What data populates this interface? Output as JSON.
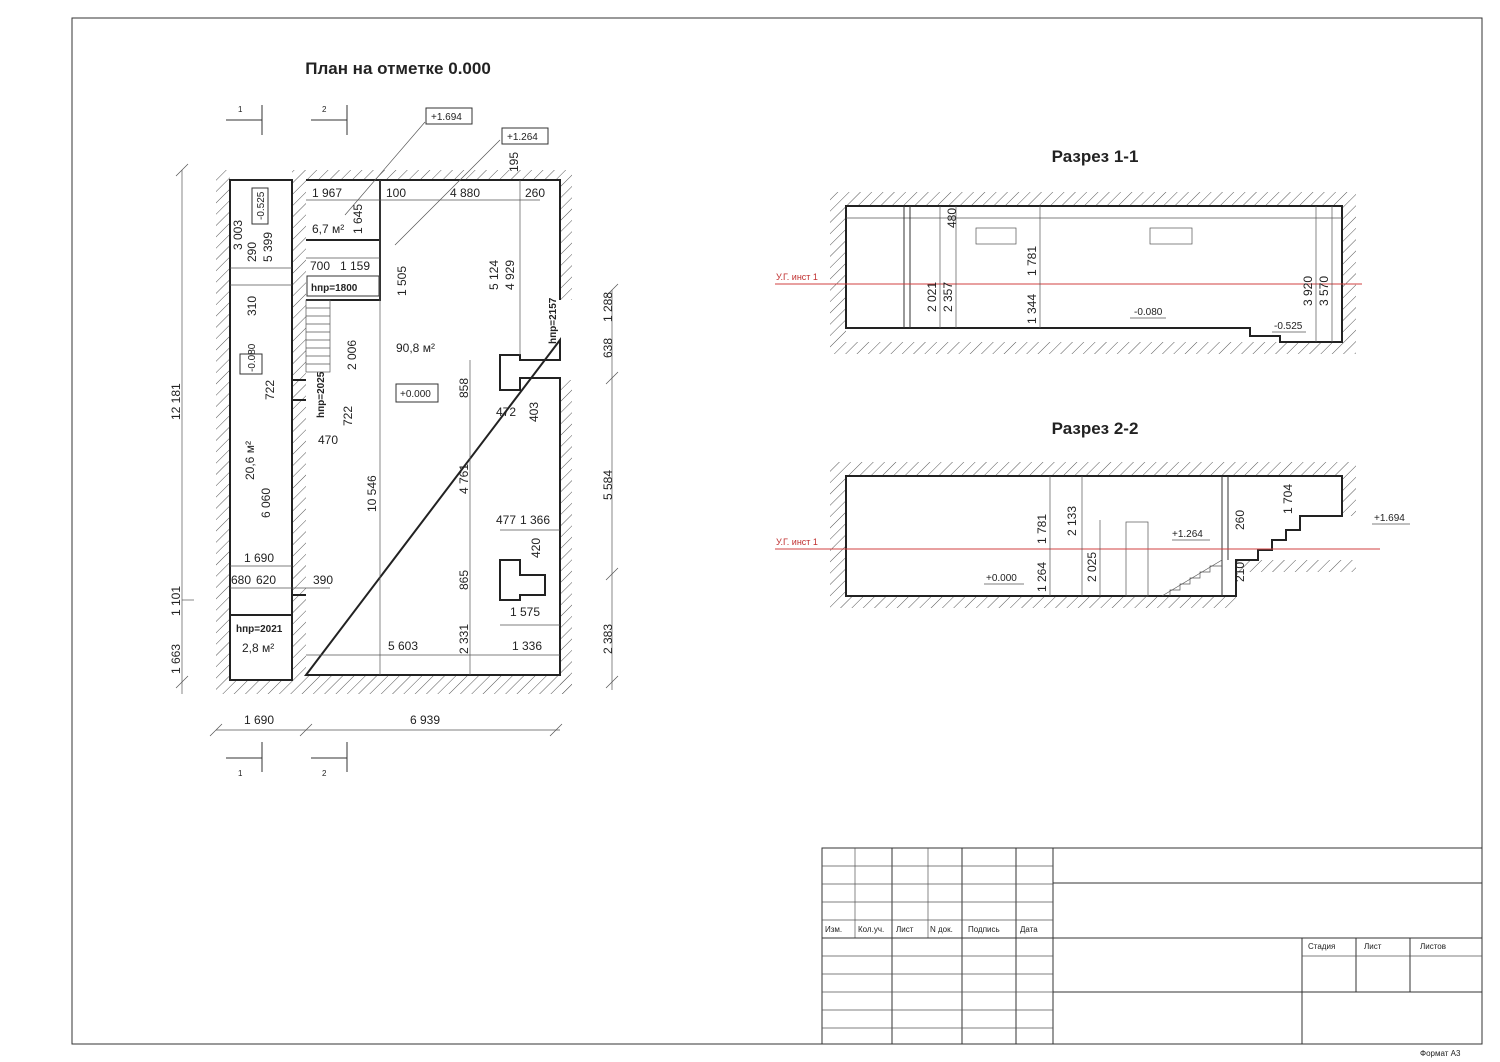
{
  "sheet": {
    "format_label": "Формат А3"
  },
  "plan": {
    "title": "План на отметке 0.000",
    "rooms": [
      {
        "id": "r1",
        "area": "6,7 м²"
      },
      {
        "id": "r2",
        "area": "90,8 м²"
      },
      {
        "id": "r3",
        "area": "20,6 м²"
      },
      {
        "id": "r4",
        "area": "2,8 м²"
      }
    ],
    "heights": [
      "hпр=1800",
      "hпр=2025",
      "hпр=2157",
      "hпр=2021"
    ],
    "elevations": [
      "+1.694",
      "+1.264",
      "-0.525",
      "-0.080",
      "+0.000"
    ],
    "section_marks": [
      "1",
      "2",
      "1",
      "2"
    ],
    "dims": {
      "top_1967": "1 967",
      "top_100": "100",
      "top_4880": "4 880",
      "top_260": "260",
      "top_195": "195",
      "d3003": "3 003",
      "d290": "290",
      "d5399": "5 399",
      "d310": "310",
      "d722a": "722",
      "d1645": "1 645",
      "d700": "700",
      "d1159": "1 159",
      "d1505": "1 505",
      "d2006": "2 006",
      "d722b": "722",
      "d470": "470",
      "d5124": "5 124",
      "d4929": "4 929",
      "d858": "858",
      "d472": "472",
      "d403": "403",
      "d638": "638",
      "d1288": "1 288",
      "d12181": "12 181",
      "d10546": "10 546",
      "d4761": "4 761",
      "d5584": "5 584",
      "d6060": "6 060",
      "d477": "477",
      "d1366": "1 366",
      "d420": "420",
      "d1690a": "1 690",
      "d680": "680",
      "d620": "620",
      "d390": "390",
      "d865": "865",
      "d1575": "1 575",
      "d1101": "1 101",
      "d1663": "1 663",
      "d2331": "2 331",
      "d5603": "5 603",
      "d1336": "1 336",
      "d2383": "2 383",
      "d1690b": "1 690",
      "d6939": "6 939"
    }
  },
  "section1": {
    "title": "Разрез 1-1",
    "ug_label": "У.Г. инст 1",
    "dims": {
      "d480": "480",
      "d1781": "1 781",
      "d2021": "2 021",
      "d2357": "2 357",
      "d1344": "1 344",
      "d3920": "3 920",
      "d3570": "3 570"
    },
    "elevations": [
      "-0.080",
      "-0.525"
    ]
  },
  "section2": {
    "title": "Разрез 2-2",
    "ug_label": "У.Г. инст 1",
    "dims": {
      "d1781": "1 781",
      "d2133": "2 133",
      "d1264": "1 264",
      "d2025": "2 025",
      "d260": "260",
      "d210": "210",
      "d1704": "1 704"
    },
    "elevations": [
      "+1.264",
      "+0.000",
      "+1.694"
    ]
  },
  "stamp": {
    "cols": [
      "Изм.",
      "Кол.уч.",
      "Лист",
      "N док.",
      "Подпись",
      "Дата"
    ],
    "stage_cols": [
      "Стадия",
      "Лист",
      "Листов"
    ]
  }
}
